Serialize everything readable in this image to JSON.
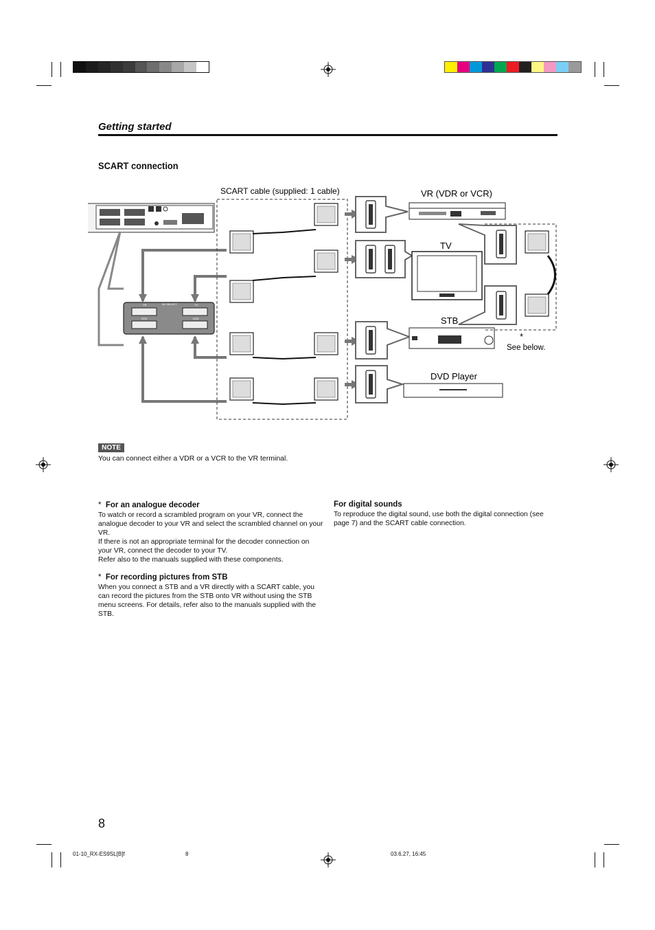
{
  "header": {
    "section_title": "Getting started",
    "subsection_title": "SCART connection"
  },
  "diagram": {
    "cable_label": "SCART cable (supplied: 1 cable)",
    "vr_label": "VR (VDR or VCR)",
    "tv_label": "TV",
    "stb_label": "STB",
    "dvd_label": "DVD Player",
    "asterisk": "*",
    "see_below": "See below.",
    "panel_labels": [
      "VR",
      "AV SELECT",
      "TV",
      "STB",
      "DVD"
    ]
  },
  "note": {
    "badge": "NOTE",
    "text": "You can connect either a VDR or a VCR to the VR terminal."
  },
  "sections": {
    "analogue": {
      "mark": "*",
      "heading": "For an analogue decoder",
      "paragraphs": [
        "To watch or record a scrambled program on your VR, connect the analogue decoder to your VR and select the scrambled channel on your VR.",
        "If there is not an appropriate terminal for the decoder connection on your VR, connect the decoder to your TV.",
        "Refer also to the manuals supplied with these components."
      ]
    },
    "stb": {
      "mark": "*",
      "heading": "For recording pictures from STB",
      "paragraphs": [
        "When you connect a STB and a VR directly with a SCART cable, you can record the pictures from the STB onto VR without using the STB menu screens. For details, refer also to the manuals supplied with the STB."
      ]
    },
    "digital": {
      "heading": "For digital sounds",
      "paragraphs": [
        "To reproduce the digital sound, use both the digital connection (see page 7) and the SCART cable connection."
      ]
    }
  },
  "page_number": "8",
  "footer": {
    "file": "01-10_RX-ES9SL[B]f",
    "page": "8",
    "date": "03.6.27, 16:45"
  },
  "colors": {
    "gray_bar": [
      "#111111",
      "#1c1c1c",
      "#262626",
      "#303030",
      "#3c3c3c",
      "#555555",
      "#6e6e6e",
      "#888888",
      "#a8a8a8",
      "#c6c6c6",
      "#ffffff"
    ],
    "color_bar": [
      "#ffef00",
      "#e6007e",
      "#0098d8",
      "#2e3192",
      "#00a650",
      "#ed1c24",
      "#231f20",
      "#fff685",
      "#f49ac2",
      "#7acff5",
      "#9a9a9a"
    ]
  }
}
